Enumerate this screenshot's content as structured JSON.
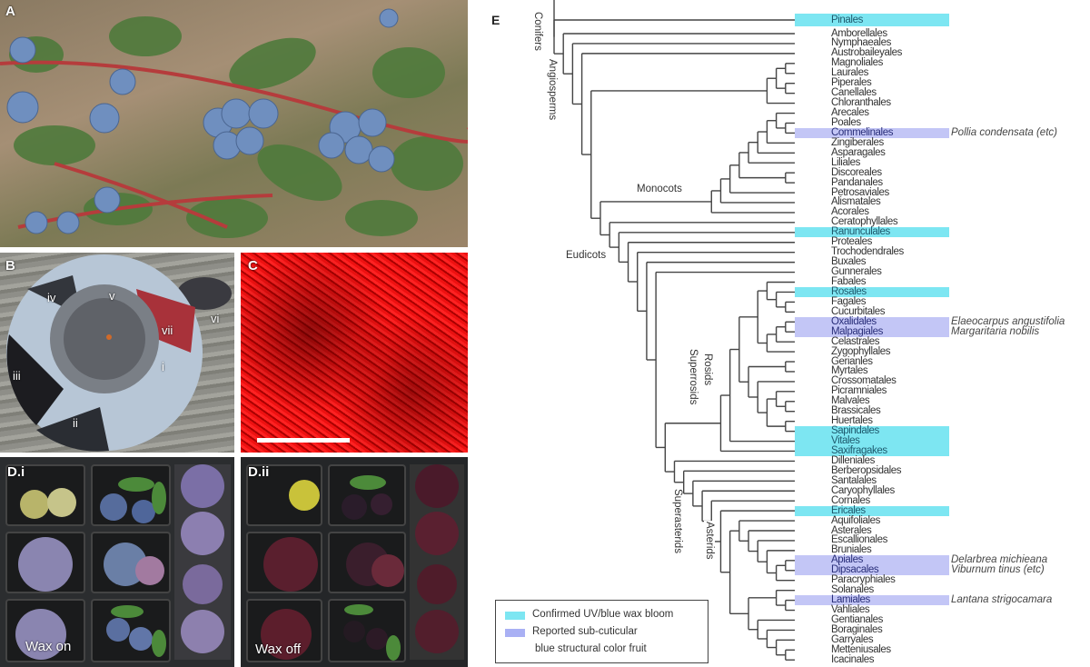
{
  "panels": {
    "a": {
      "label": "A"
    },
    "b": {
      "label": "B",
      "regions": [
        "i",
        "ii",
        "iii",
        "iv",
        "v",
        "vi",
        "vii"
      ]
    },
    "c": {
      "label": "C"
    },
    "d_i": {
      "label": "D.i",
      "caption": "Wax on"
    },
    "d_ii": {
      "label": "D.ii",
      "caption": "Wax off"
    },
    "e": {
      "label": "E"
    }
  },
  "colors": {
    "wax_bloom": "#7de6f2",
    "structural": "#c3c6f6"
  },
  "tree": {
    "taxa": [
      {
        "name": "Pinales",
        "hl": "wax_bloom"
      },
      {
        "name": "Amborellales"
      },
      {
        "name": "Nymphaeales"
      },
      {
        "name": "Austrobaileyales"
      },
      {
        "name": "Magnoliales"
      },
      {
        "name": "Laurales"
      },
      {
        "name": "Piperales"
      },
      {
        "name": "Canellales"
      },
      {
        "name": "Chloranthales"
      },
      {
        "name": "Arecales"
      },
      {
        "name": "Poales"
      },
      {
        "name": "Commelinales",
        "hl": "structural",
        "note": "Pollia condensata (etc)"
      },
      {
        "name": "Zingiberales"
      },
      {
        "name": "Asparagales"
      },
      {
        "name": "Liliales"
      },
      {
        "name": "Discoreales"
      },
      {
        "name": "Pandanales"
      },
      {
        "name": "Petrosaviales"
      },
      {
        "name": "Alismatales"
      },
      {
        "name": "Acorales"
      },
      {
        "name": "Ceratophyllales"
      },
      {
        "name": "Ranunculales",
        "hl": "wax_bloom"
      },
      {
        "name": "Proteales"
      },
      {
        "name": "Trochodendrales"
      },
      {
        "name": "Buxales"
      },
      {
        "name": "Gunnerales"
      },
      {
        "name": "Fabales"
      },
      {
        "name": "Rosales",
        "hl": "wax_bloom"
      },
      {
        "name": "Fagales"
      },
      {
        "name": "Cucurbitales"
      },
      {
        "name": "Oxalidales",
        "hl": "structural",
        "note": "Elaeocarpus angustifolia"
      },
      {
        "name": "Malpagiales",
        "hl": "structural",
        "note": "Margaritaria nobilis"
      },
      {
        "name": "Celastrales"
      },
      {
        "name": "Zygophyllales"
      },
      {
        "name": "Gerianles"
      },
      {
        "name": "Myrtales"
      },
      {
        "name": "Crossomatales"
      },
      {
        "name": "Picramniales"
      },
      {
        "name": "Malvales"
      },
      {
        "name": "Brassicales"
      },
      {
        "name": "Huertales"
      },
      {
        "name": "Sapindales",
        "hl": "wax_bloom"
      },
      {
        "name": "Vitales",
        "hl": "wax_bloom"
      },
      {
        "name": "Saxifragakes",
        "hl": "wax_bloom"
      },
      {
        "name": "Dilleniales"
      },
      {
        "name": "Berberopsidales"
      },
      {
        "name": "Santalales"
      },
      {
        "name": "Caryophyllales"
      },
      {
        "name": "Cornales"
      },
      {
        "name": "Ericales",
        "hl": "wax_bloom"
      },
      {
        "name": "Aquifoliales"
      },
      {
        "name": "Asterales"
      },
      {
        "name": "Escallionales"
      },
      {
        "name": "Bruniales"
      },
      {
        "name": "Apiales",
        "hl": "structural",
        "note": "Delarbrea michieana"
      },
      {
        "name": "Dipsacales",
        "hl": "structural",
        "note": "Viburnum tinus (etc)"
      },
      {
        "name": "Paracryphiales"
      },
      {
        "name": "Solanales"
      },
      {
        "name": "Lamiales",
        "hl": "structural",
        "note": "Lantana strigocamara"
      },
      {
        "name": "Vahliales"
      },
      {
        "name": "Gentianales"
      },
      {
        "name": "Boraginales"
      },
      {
        "name": "Garryales"
      },
      {
        "name": "Metteniusales"
      },
      {
        "name": "Icacinales"
      }
    ],
    "clades": {
      "conifers": "Conifers",
      "angiosperms": "Angiosperms",
      "monocots": "Monocots",
      "eudicots": "Eudicots",
      "superrosids": "Superrosids",
      "rosids": "Rosids",
      "superasterids": "Superasterids",
      "asterids": "Asterids"
    }
  },
  "legend": {
    "wax_bloom": "Confirmed UV/blue wax bloom",
    "structural_line1": "Reported sub-cuticular",
    "structural_line2": "blue structural color fruit"
  }
}
